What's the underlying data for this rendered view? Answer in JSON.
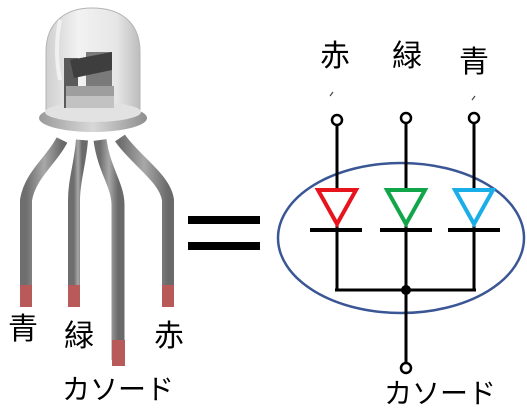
{
  "left_component": {
    "lead_labels": [
      "青",
      "緑",
      "赤"
    ],
    "cathode_label": "カソード"
  },
  "equals_sign": "=",
  "schematic": {
    "top_labels": [
      "赤",
      "緑",
      "青"
    ],
    "led_colors": [
      "#e8141d",
      "#12a64b",
      "#1aaee8"
    ],
    "outline_color": "#3a5694",
    "cathode_label": "カソード"
  }
}
